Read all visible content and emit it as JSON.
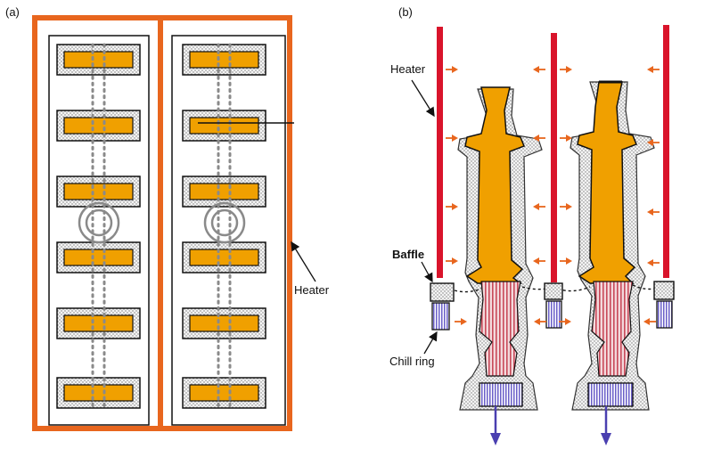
{
  "panel_a": {
    "tag": "(a)",
    "heater_label": "Heater"
  },
  "panel_b": {
    "tag": "(b)",
    "heater_label": "Heater",
    "baffle_label": "Baffle",
    "chill_ring_label": "Chill ring"
  },
  "colors": {
    "heater_orange": "#e8661e",
    "casting_orange": "#f0a000",
    "heater_red": "#d9142b",
    "chill_blue": "#6a5fc8",
    "arrow_orange": "#e8661e",
    "grain_red": "#c84a5a"
  }
}
